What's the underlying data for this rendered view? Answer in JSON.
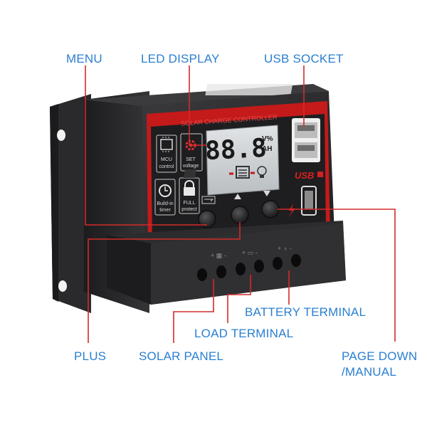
{
  "callouts": {
    "menu": "MENU",
    "led_display": "LED DISPLAY",
    "usb_socket": "USB SOCKET",
    "battery_terminal": "BATTERY TERMINAL",
    "load_terminal": "LOAD TERMINAL",
    "plus": "PLUS",
    "solar_panel": "SOLAR PANEL",
    "page_down_line1": "PAGE DOWN",
    "page_down_line2": "/MANUAL"
  },
  "panel": {
    "title": "SOLAR CHARGE CONTROLLER",
    "lcd_digits": "88.8",
    "lcd_unit_top": "V%",
    "lcd_unit_bottom": "AH",
    "mcu_line1": "MCU",
    "mcu_line2": "control",
    "set_line1": "SET",
    "set_line2": "voltage",
    "timer_line1": "Build-in",
    "timer_line2": "timer",
    "full_line1": "FULL",
    "full_line2": "protect",
    "usb_logo": "USB"
  },
  "colors": {
    "callout_text": "#2a7fd0",
    "leader_line": "#d42a2a",
    "housing": "#2b2b2d",
    "panel_red": "#c41a1a",
    "lcd": "#cfd3d6"
  },
  "icons": [
    "chip-icon",
    "gear-icon",
    "clock-icon",
    "lock-icon",
    "solar-panel-icon",
    "battery-icon",
    "bulb-icon",
    "phone-icon",
    "lightning-icon"
  ]
}
